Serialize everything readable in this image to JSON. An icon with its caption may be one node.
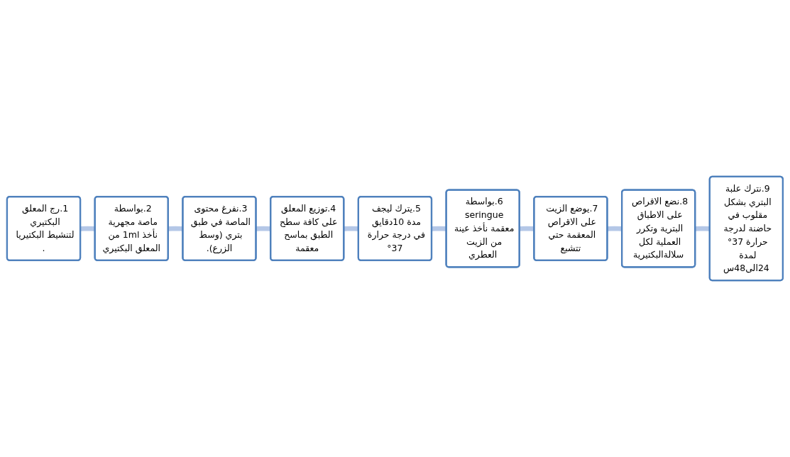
{
  "diagram": {
    "nodes": [
      {
        "text": [
          "1.رج المعلق البكتيري لتنشيط البكتيريا ."
        ]
      },
      {
        "text": [
          "2.بواسطة ماصة مجهرية نأخذ 1ml من المعلق البكتيري"
        ]
      },
      {
        "text": [
          "3.نفرغ محتوى الماصة في طبق بتري (وسط الزرع)."
        ]
      },
      {
        "text": [
          "4.توزيع المعلق على كافة سطح الطبق بماسح معقمة"
        ]
      },
      {
        "text": [
          "5.يترك ليجف مدة 10دقايق في درجة حرارة 37°"
        ]
      },
      {
        "text": [
          "6.بواسطة seringue معقمة نأخذ عينة من الزيت العطري"
        ]
      },
      {
        "text": [
          "7.يوضع الزيت على الاقراص المعقمة حتي تتشبع"
        ]
      },
      {
        "text": [
          "8.نضع الاقراص على الاطباق البترية وتكرر العملية لكل سلالةالبكتيرية"
        ]
      },
      {
        "text": [
          "9.نترك علبة البتري بشكل مقلوب في حاضنة لدرجة حرارة 37° لمدة 24الى48س"
        ]
      }
    ],
    "edges": [
      {
        "from": 0,
        "to": 1,
        "arrow": "none"
      },
      {
        "from": 1,
        "to": 2,
        "arrow": "none"
      },
      {
        "from": 2,
        "to": 3,
        "arrow": "none"
      },
      {
        "from": 3,
        "to": 4,
        "arrow": "none"
      },
      {
        "from": 4,
        "to": 5,
        "arrow": "none"
      },
      {
        "from": 5,
        "to": 6,
        "arrow": "none"
      },
      {
        "from": 6,
        "to": 7,
        "arrow": "none"
      },
      {
        "from": 7,
        "to": 8,
        "arrow": "none"
      }
    ]
  }
}
